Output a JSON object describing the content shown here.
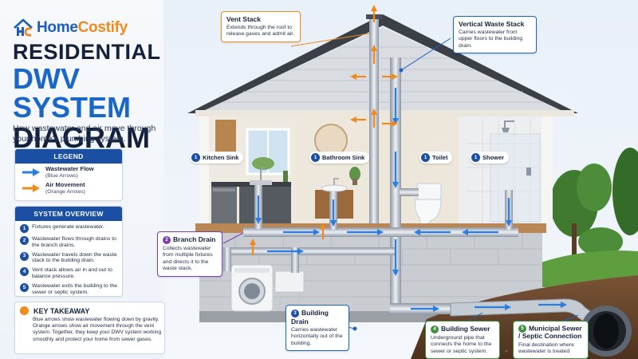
{
  "brand": {
    "name_primary": "Home",
    "name_secondary": "Costify",
    "orange": "#f08a1c",
    "blue": "#1d5fb8"
  },
  "title": {
    "line1": "RESIDENTIAL",
    "line2": "DWV SYSTEM",
    "line3": "DIAGRAM"
  },
  "subtitle": "How wastewater and air move through your home's plumbing system.",
  "legend": {
    "heading": "LEGEND",
    "items": [
      {
        "label": "Wastewater Flow",
        "sub": "(Blue Arrows)",
        "color": "#2a7de1"
      },
      {
        "label": "Air Movement",
        "sub": "(Orange Arrows)",
        "color": "#f08a1c"
      }
    ]
  },
  "overview": {
    "heading": "SYSTEM OVERVIEW",
    "items": [
      {
        "n": "1",
        "text": "Fixtures generate wastewater."
      },
      {
        "n": "2",
        "text": "Wastewater flows through drains to the branch drains."
      },
      {
        "n": "3",
        "text": "Wastewater travels down the waste stack to the building drain."
      },
      {
        "n": "4",
        "text": "Vent stack allows air in and out to balance pressure."
      },
      {
        "n": "5",
        "text": "Wastewater exits the building to the sewer or septic system."
      }
    ]
  },
  "takeaway": {
    "title": "KEY TAKEAWAY",
    "text": "Blue arrows show wastewater flowing down by gravity. Orange arrows show air movement through the vent system. Together, they keep your DWV system working smoothly and protect your home from sewer gases."
  },
  "callouts": {
    "vent_stack": {
      "title": "Vent Stack",
      "text": "Extends through the roof to release gases and admit air."
    },
    "waste_stack": {
      "title": "Vertical Waste Stack",
      "text": "Carries wastewater from upper floors to the building drain."
    },
    "branch_drain": {
      "n": "2",
      "title": "Branch Drain",
      "text": "Collects wastewater from multiple fixtures and directs it to the waste stack."
    },
    "building_drain": {
      "n": "3",
      "title": "Building Drain",
      "text": "Carries wastewater horizontally out of the building."
    },
    "building_sewer": {
      "n": "4",
      "title": "Building Sewer",
      "text": "Underground pipe that connects the home to the sewer or septic system."
    },
    "municipal": {
      "n": "5",
      "title": "Municipal Sewer / Septic Connection",
      "text": "Final destination where wastewater is treated"
    }
  },
  "fixtures": [
    {
      "n": "1",
      "label": "Kitchen Sink"
    },
    {
      "n": "1",
      "label": "Bathroom Sink"
    },
    {
      "n": "1",
      "label": "Toilet"
    },
    {
      "n": "1",
      "label": "Shower"
    }
  ]
}
